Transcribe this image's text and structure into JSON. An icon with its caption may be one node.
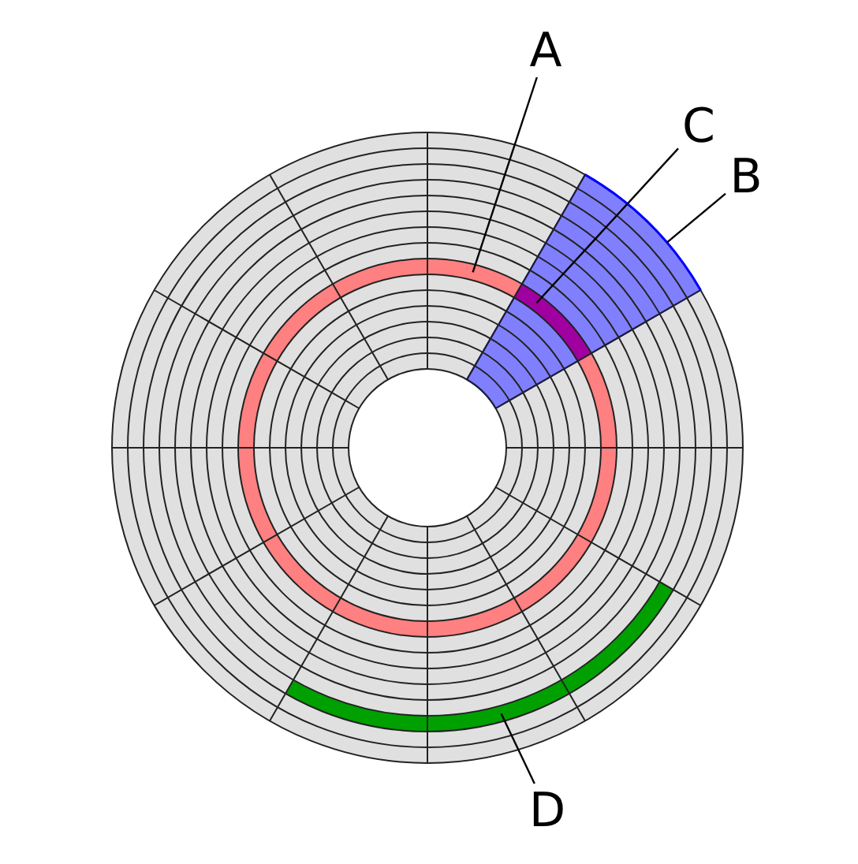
{
  "diagram": {
    "nodes": [
      {
        "text": [
          "A"
        ]
      },
      {
        "text": [
          "C"
        ]
      },
      {
        "text": [
          "B"
        ]
      },
      {
        "text": [
          "D"
        ]
      },
      {
        "text": [],
        "shape": "ring"
      },
      {
        "text": [],
        "shape": "sector"
      },
      {
        "text": [],
        "shape": "sector"
      },
      {
        "text": [],
        "shape": "arc"
      }
    ],
    "edges": [
      {
        "from": 0,
        "to": 4,
        "arrow": "none"
      },
      {
        "from": 1,
        "to": 6,
        "arrow": "none"
      },
      {
        "from": 2,
        "to": 5,
        "arrow": "none"
      },
      {
        "from": 3,
        "to": 7,
        "arrow": "none"
      }
    ]
  }
}
